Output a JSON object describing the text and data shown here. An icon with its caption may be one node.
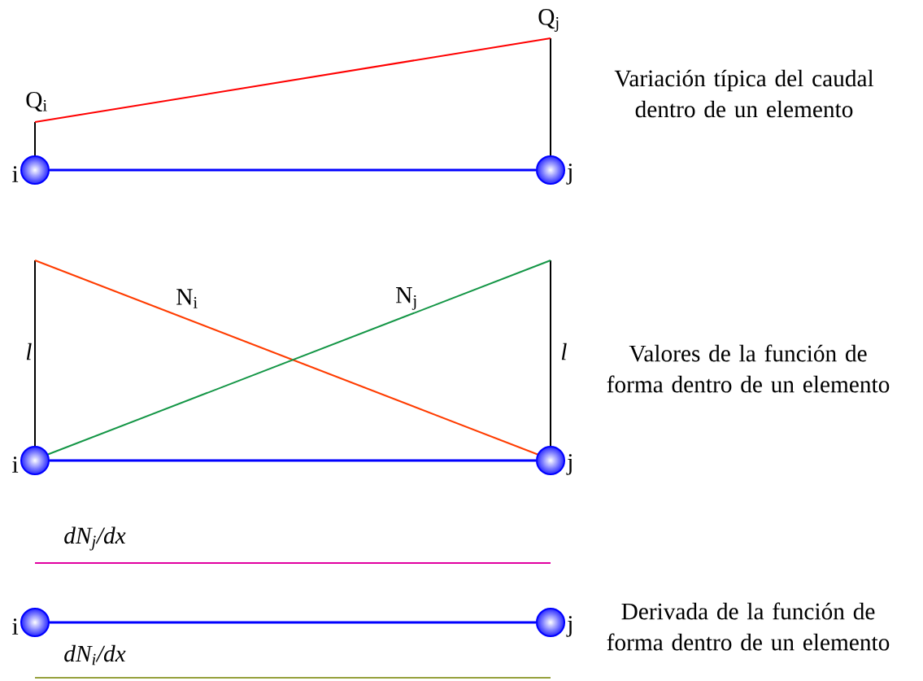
{
  "diagram": {
    "nodes": [
      {
        "text": [],
        "shape": "circle",
        "beside": [
          "i"
        ]
      },
      {
        "text": [],
        "shape": "circle",
        "beside": [
          "j"
        ]
      },
      {
        "text": [],
        "shape": "circle",
        "beside": [
          "i"
        ]
      },
      {
        "text": [],
        "shape": "circle",
        "beside": [
          "j"
        ]
      },
      {
        "text": [],
        "shape": "circle",
        "beside": [
          "i"
        ]
      },
      {
        "text": [],
        "shape": "circle",
        "beside": [
          "j"
        ]
      }
    ],
    "edges": [
      {
        "from": 0,
        "to": 1,
        "arrow": "none"
      },
      {
        "from": 2,
        "to": 3,
        "arrow": "none"
      },
      {
        "from": 4,
        "to": 5,
        "arrow": "none"
      }
    ],
    "labels": [
      "Q$_{j}$",
      "Variación típica del caudal dentro de un elemento",
      "Q$_{i}$",
      "N$_{i}$",
      "N$_{j}$",
      "l",
      "l",
      "Valores de la función de forma dentro de un elemento",
      "dN$_{j}$/dx",
      "Derivada de la función de forma dentro de un elemento",
      "dN$_{i}$/dx"
    ]
  }
}
